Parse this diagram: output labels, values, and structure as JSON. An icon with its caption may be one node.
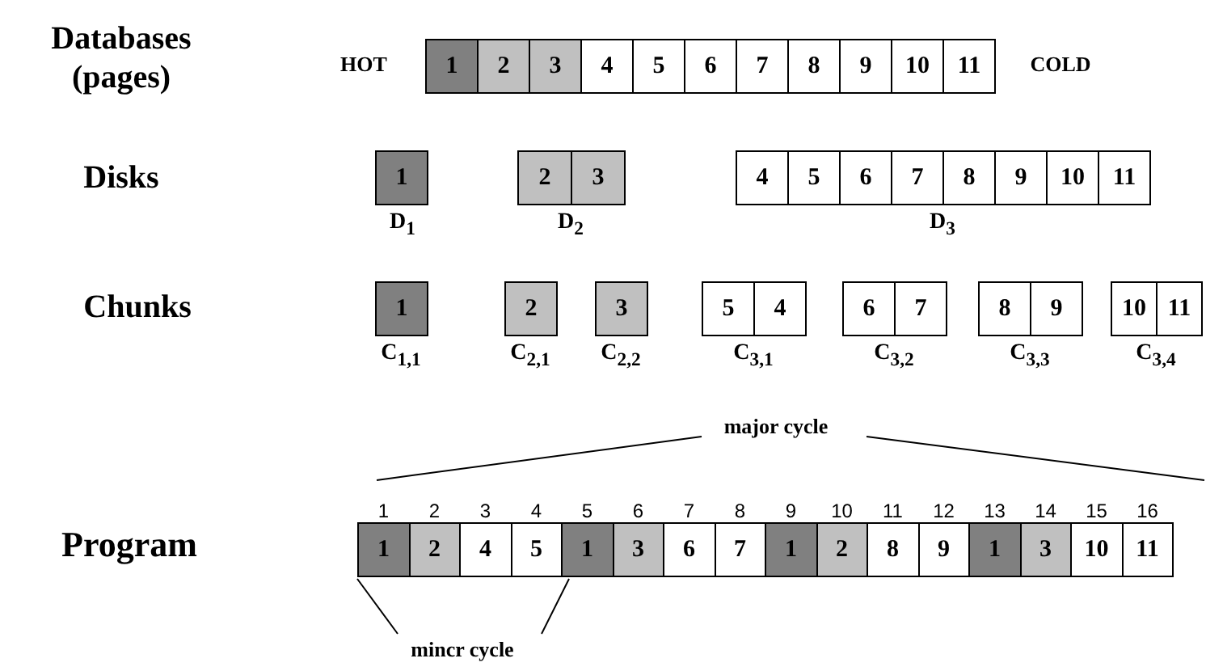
{
  "diagram": {
    "nodes": [
      {
        "text": [
          "1"
        ]
      },
      {
        "text": [
          "2"
        ]
      },
      {
        "text": [
          "3"
        ]
      },
      {
        "text": [
          "4"
        ]
      },
      {
        "text": [
          "5"
        ]
      },
      {
        "text": [
          "6"
        ]
      },
      {
        "text": [
          "7"
        ]
      },
      {
        "text": [
          "8"
        ]
      },
      {
        "text": [
          "9"
        ]
      },
      {
        "text": [
          "10"
        ]
      },
      {
        "text": [
          "11"
        ]
      },
      {
        "text": [
          "1"
        ]
      },
      {
        "text": [
          "2"
        ]
      },
      {
        "text": [
          "3"
        ]
      },
      {
        "text": [
          "4"
        ]
      },
      {
        "text": [
          "5"
        ]
      },
      {
        "text": [
          "6"
        ]
      },
      {
        "text": [
          "7"
        ]
      },
      {
        "text": [
          "8"
        ]
      },
      {
        "text": [
          "9"
        ]
      },
      {
        "text": [
          "10"
        ]
      },
      {
        "text": [
          "11"
        ]
      },
      {
        "text": [
          "1"
        ]
      },
      {
        "text": [
          "2"
        ]
      },
      {
        "text": [
          "3"
        ]
      },
      {
        "text": [
          "5"
        ]
      },
      {
        "text": [
          "4"
        ]
      },
      {
        "text": [
          "6"
        ]
      },
      {
        "text": [
          "7"
        ]
      },
      {
        "text": [
          "8"
        ]
      },
      {
        "text": [
          "9"
        ]
      },
      {
        "text": [
          "10"
        ]
      },
      {
        "text": [
          "11"
        ]
      },
      {
        "text": [
          "1"
        ],
        "beside": [
          "1"
        ]
      },
      {
        "text": [
          "2"
        ],
        "beside": [
          "2"
        ]
      },
      {
        "text": [
          "4"
        ],
        "beside": [
          "3"
        ]
      },
      {
        "text": [
          "5"
        ],
        "beside": [
          "4"
        ]
      },
      {
        "text": [
          "1"
        ],
        "beside": [
          "5"
        ]
      },
      {
        "text": [
          "3"
        ],
        "beside": [
          "6"
        ]
      },
      {
        "text": [
          "6"
        ],
        "beside": [
          "7"
        ]
      },
      {
        "text": [
          "7"
        ],
        "beside": [
          "8"
        ]
      },
      {
        "text": [
          "1"
        ],
        "beside": [
          "9"
        ]
      },
      {
        "text": [
          "2"
        ],
        "beside": [
          "10"
        ]
      },
      {
        "text": [
          "8"
        ],
        "beside": [
          "11"
        ]
      },
      {
        "text": [
          "9"
        ],
        "beside": [
          "12"
        ]
      },
      {
        "text": [
          "1"
        ],
        "beside": [
          "13"
        ]
      },
      {
        "text": [
          "3"
        ],
        "beside": [
          "14"
        ]
      },
      {
        "text": [
          "10"
        ],
        "beside": [
          "15"
        ]
      },
      {
        "text": [
          "11"
        ],
        "beside": [
          "16"
        ]
      }
    ],
    "labels": [
      "Databases (pages)",
      "HOT",
      "COLD",
      "Disks",
      "D$_{1}$",
      "D$_{2}$",
      "D$_{3}$",
      "Chunks",
      "C$_{1,1}$",
      "C$_{2,1}$",
      "C$_{2,2}$",
      "C$_{3,1}$",
      "C$_{3,2}$",
      "C$_{3,3}$",
      "C$_{3,4}$",
      "major cycle",
      "Program",
      "mincr cycle"
    ]
  }
}
